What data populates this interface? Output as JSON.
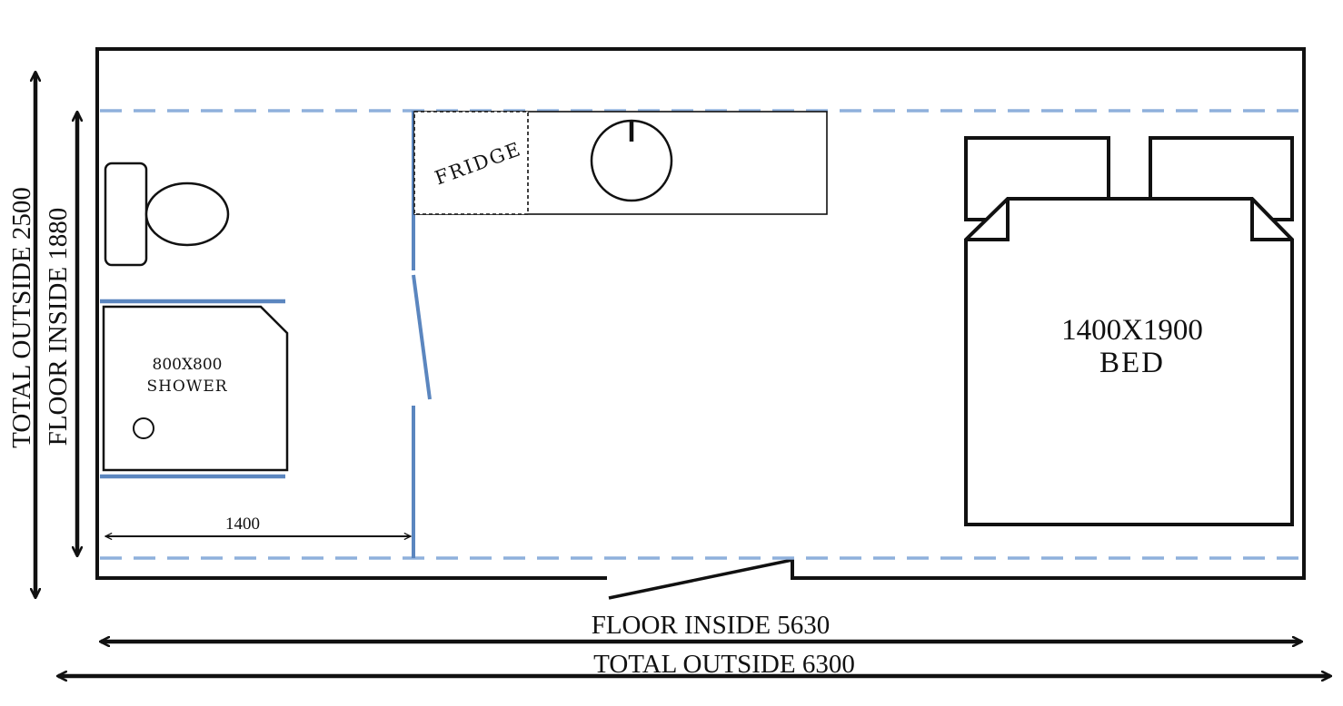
{
  "dimensions": {
    "total_outside_height": "TOTAL OUTSIDE 2500",
    "floor_inside_height": "FLOOR INSIDE 1880",
    "floor_inside_width": "FLOOR INSIDE 5630",
    "total_outside_width": "TOTAL OUTSIDE 6300",
    "bathroom_width": "1400"
  },
  "fixtures": {
    "fridge_label": "FRIDGE",
    "shower_size": "800X800",
    "shower_label": "SHOWER",
    "bed_size": "1400X1900",
    "bed_label": "BED"
  },
  "colors": {
    "outline": "#111111",
    "partition_wall": "#5b86bf",
    "inside_floor_dashed": "#8fb0dc",
    "background": "#ffffff"
  }
}
